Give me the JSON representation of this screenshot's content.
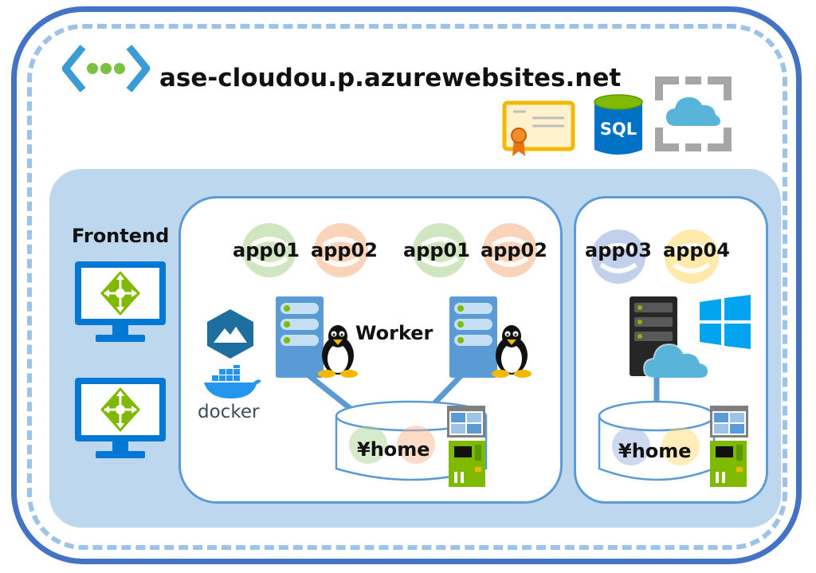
{
  "title": "ase-cloudou.p.azurewebsites.net",
  "frontend_label": "Frontend",
  "worker_label": "Worker",
  "docker_label": "docker",
  "sql_label": "SQL",
  "linux_instances": [
    {
      "apps": [
        "app01",
        "app02"
      ]
    },
    {
      "apps": [
        "app01",
        "app02"
      ]
    }
  ],
  "windows_apps": [
    "app03",
    "app04"
  ],
  "home_label_linux": "¥home",
  "home_label_windows": "¥home",
  "colors": {
    "outer_border": "#4472c4",
    "dashed_border": "#9dc3e6",
    "band": "#bdd7ee",
    "box_border": "#5b9bd5",
    "green_app": "#a9d18e",
    "orange_app": "#f4b183",
    "blue_app": "#8faadc",
    "yellow_app": "#ffd966"
  }
}
